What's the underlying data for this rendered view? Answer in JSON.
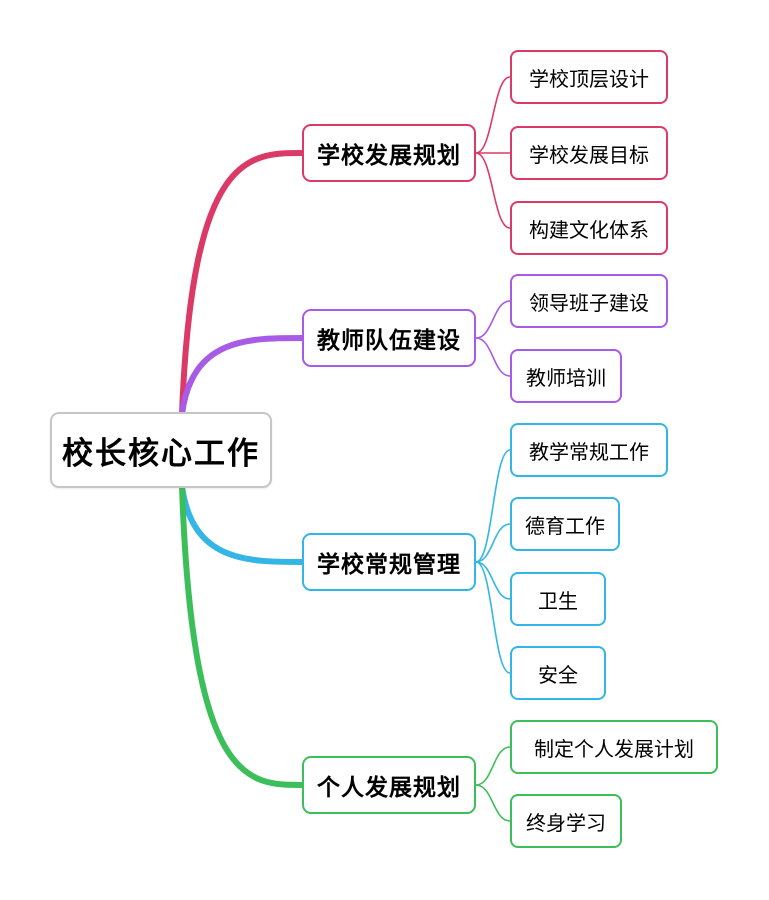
{
  "mindmap": {
    "root": {
      "label": "校长核心工作"
    },
    "branches": [
      {
        "label": "学校发展规划",
        "color": "#dc3a66",
        "children": [
          "学校顶层设计",
          "学校发展目标",
          "构建文化体系"
        ]
      },
      {
        "label": "教师队伍建设",
        "color": "#a85be6",
        "children": [
          "领导班子建设",
          "教师培训"
        ]
      },
      {
        "label": "学校常规管理",
        "color": "#33b6e6",
        "children": [
          "教学常规工作",
          "德育工作",
          "卫生",
          "安全"
        ]
      },
      {
        "label": "个人发展规划",
        "color": "#3cbf5a",
        "children": [
          "制定个人发展计划",
          "终身学习"
        ]
      }
    ]
  }
}
